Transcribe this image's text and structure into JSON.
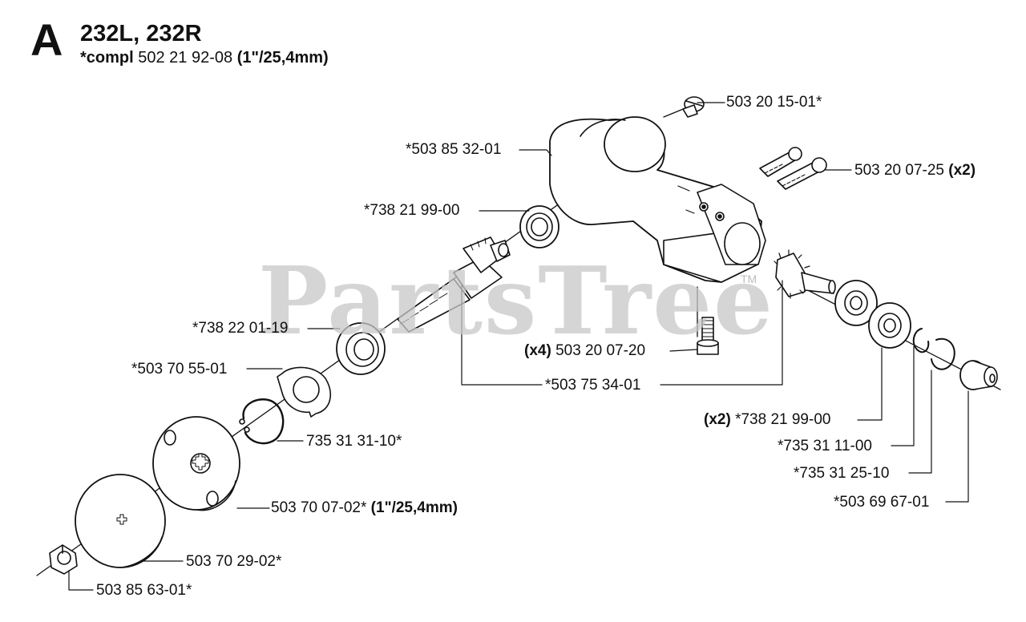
{
  "header": {
    "section_letter": "A",
    "model": "232L, 232R",
    "compl_label": "*compl",
    "compl_part": "502 21 92-08",
    "compl_size": "(1\"/25,4mm)"
  },
  "watermark": {
    "text": "PartsTree",
    "tm": "TM"
  },
  "callouts": {
    "screw_top": "503 20 15-01*",
    "housing": "*503 85 32-01",
    "screws_clamp": "503 20 07-25",
    "screws_clamp_qty": "(x2)",
    "bearing_upper": "*738 21 99-00",
    "seal": "*738 22 01-19",
    "retainer": "*503 70 55-01",
    "gear_set": "*503 75 34-01",
    "bottom_screws_qty": "(x4)",
    "bottom_screws": "503 20 07-20",
    "circlip_small": "735 31 31-10*",
    "drive_disc": "503 70 07-02*",
    "drive_disc_size": "(1\"/25,4mm)",
    "support_cup": "503 70 29-02*",
    "nut": "503 85 63-01*",
    "bearings_pair_qty": "(x2)",
    "bearings_pair": "*738 21 99-00",
    "snap_ring_a": "*735 31 11-00",
    "snap_ring_b": "*735 31 25-10",
    "cap": "*503 69 67-01"
  }
}
